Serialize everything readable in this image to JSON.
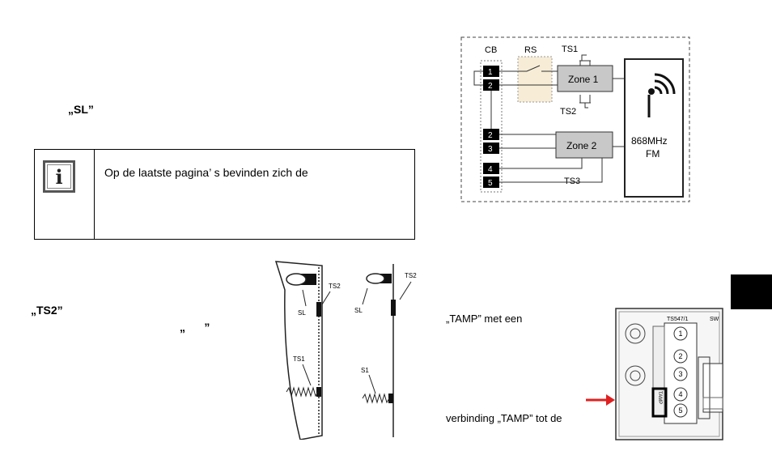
{
  "labels": {
    "sl": "„SL”",
    "ts2": "„TS2”",
    "quotes": "„      ”",
    "tamp_line": "„TAMP” met een",
    "tamp_connection": "verbinding „TAMP” tot de"
  },
  "info_box": {
    "text": "Op de laatste pagina’ s bevinden zich de",
    "icon": "info-icon",
    "icon_glyph": "i"
  },
  "wiring": {
    "cb": "CB",
    "rs": "RS",
    "ts1": "TS1",
    "ts2": "TS2",
    "ts3": "TS3",
    "zone1": "Zone 1",
    "zone2": "Zone 2",
    "freq": "868MHz",
    "fm": "FM",
    "t1": "1",
    "t2": "2",
    "t3": "2",
    "t4": "3",
    "t5": "4",
    "t6": "5"
  },
  "mechanism": {
    "ts2_left": "TS2",
    "ts2_right": "TS2",
    "sl_left": "SL",
    "sl_right": "SL",
    "ts1": "TS1",
    "s1": "S1"
  },
  "terminal": {
    "header": "TS547/1",
    "sw": "SW",
    "side_label": "TAMP",
    "n1": "1",
    "n2": "2",
    "n3": "3",
    "n4": "4",
    "n5": "5"
  },
  "colors": {
    "arrow": "#e02020",
    "zone_fill": "#c8c8c8",
    "rs_fill": "#f7ecd6",
    "tab": "#000000"
  }
}
